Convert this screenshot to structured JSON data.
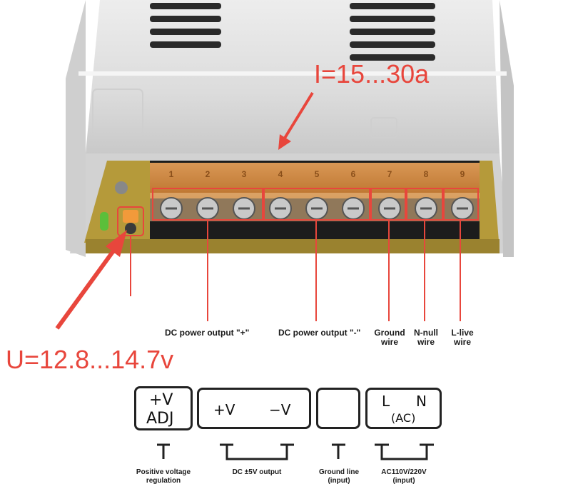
{
  "callouts": {
    "current": "I=15...30a",
    "voltage": "U=12.8...14.7v"
  },
  "terminal_numbers": [
    "1",
    "2",
    "3",
    "4",
    "5",
    "6",
    "7",
    "8",
    "9"
  ],
  "labels": {
    "dc_plus": "DC power output \"+\"",
    "dc_minus": "DC power output \"-\"",
    "ground_line1": "Ground",
    "ground_line2": "wire",
    "null_line1": "N-null",
    "null_line2": "wire",
    "live_line1": "L-live",
    "live_line2": "wire"
  },
  "symbols": {
    "adj_top": "+V",
    "adj_bottom": "ADJ",
    "dc_plus": "+V",
    "dc_minus": "−V",
    "ac_l": "L",
    "ac_n": "N",
    "ac_note": "(AC)"
  },
  "captions": {
    "adj_line1": "Positive voltage",
    "adj_line2": "regulation",
    "dc": "DC ±5V output",
    "ground_line1": "Ground line",
    "ground_line2": "(input)",
    "ac_line1": "AC110V/220V",
    "ac_line2": "(input)"
  },
  "colors": {
    "annotation": "#e8463c",
    "terminal_cover": "#d98a3c",
    "pcb": "#b59a3a",
    "housing": "#e6e6e6"
  }
}
